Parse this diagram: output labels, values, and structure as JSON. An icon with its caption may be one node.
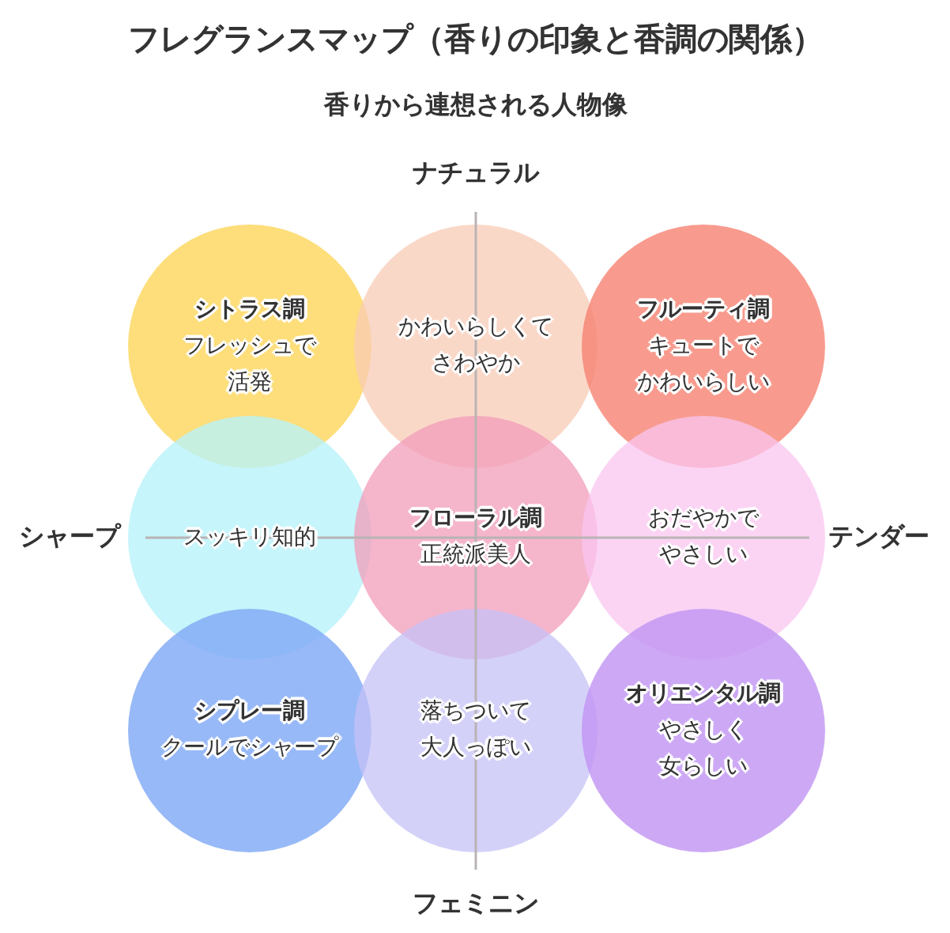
{
  "diagram": {
    "title": "フレグランスマップ（香りの印象と香調の関係）",
    "nodes": [
      {
        "text": [
          "シトラス調",
          "フレッシュで活発"
        ]
      },
      {
        "text": [
          "かわいらしくてさわやか"
        ]
      },
      {
        "text": [
          "フルーティ調",
          "キュートでかわいらしい"
        ]
      },
      {
        "text": [
          "スッキリ知的"
        ]
      },
      {
        "text": [
          "フローラル調",
          "正統派美人"
        ]
      },
      {
        "text": [
          "おだやかでやさしい"
        ]
      },
      {
        "text": [
          "シプレー調",
          "クールでシャープ"
        ]
      },
      {
        "text": [
          "落ちついて大人っぽい"
        ]
      },
      {
        "text": [
          "オリエンタル調",
          "やさしく女らしい"
        ]
      }
    ],
    "labels": [
      "香りから連想される人物像",
      "ナチュラル",
      "シャープ",
      "テンダー",
      "フェミニン"
    ]
  }
}
